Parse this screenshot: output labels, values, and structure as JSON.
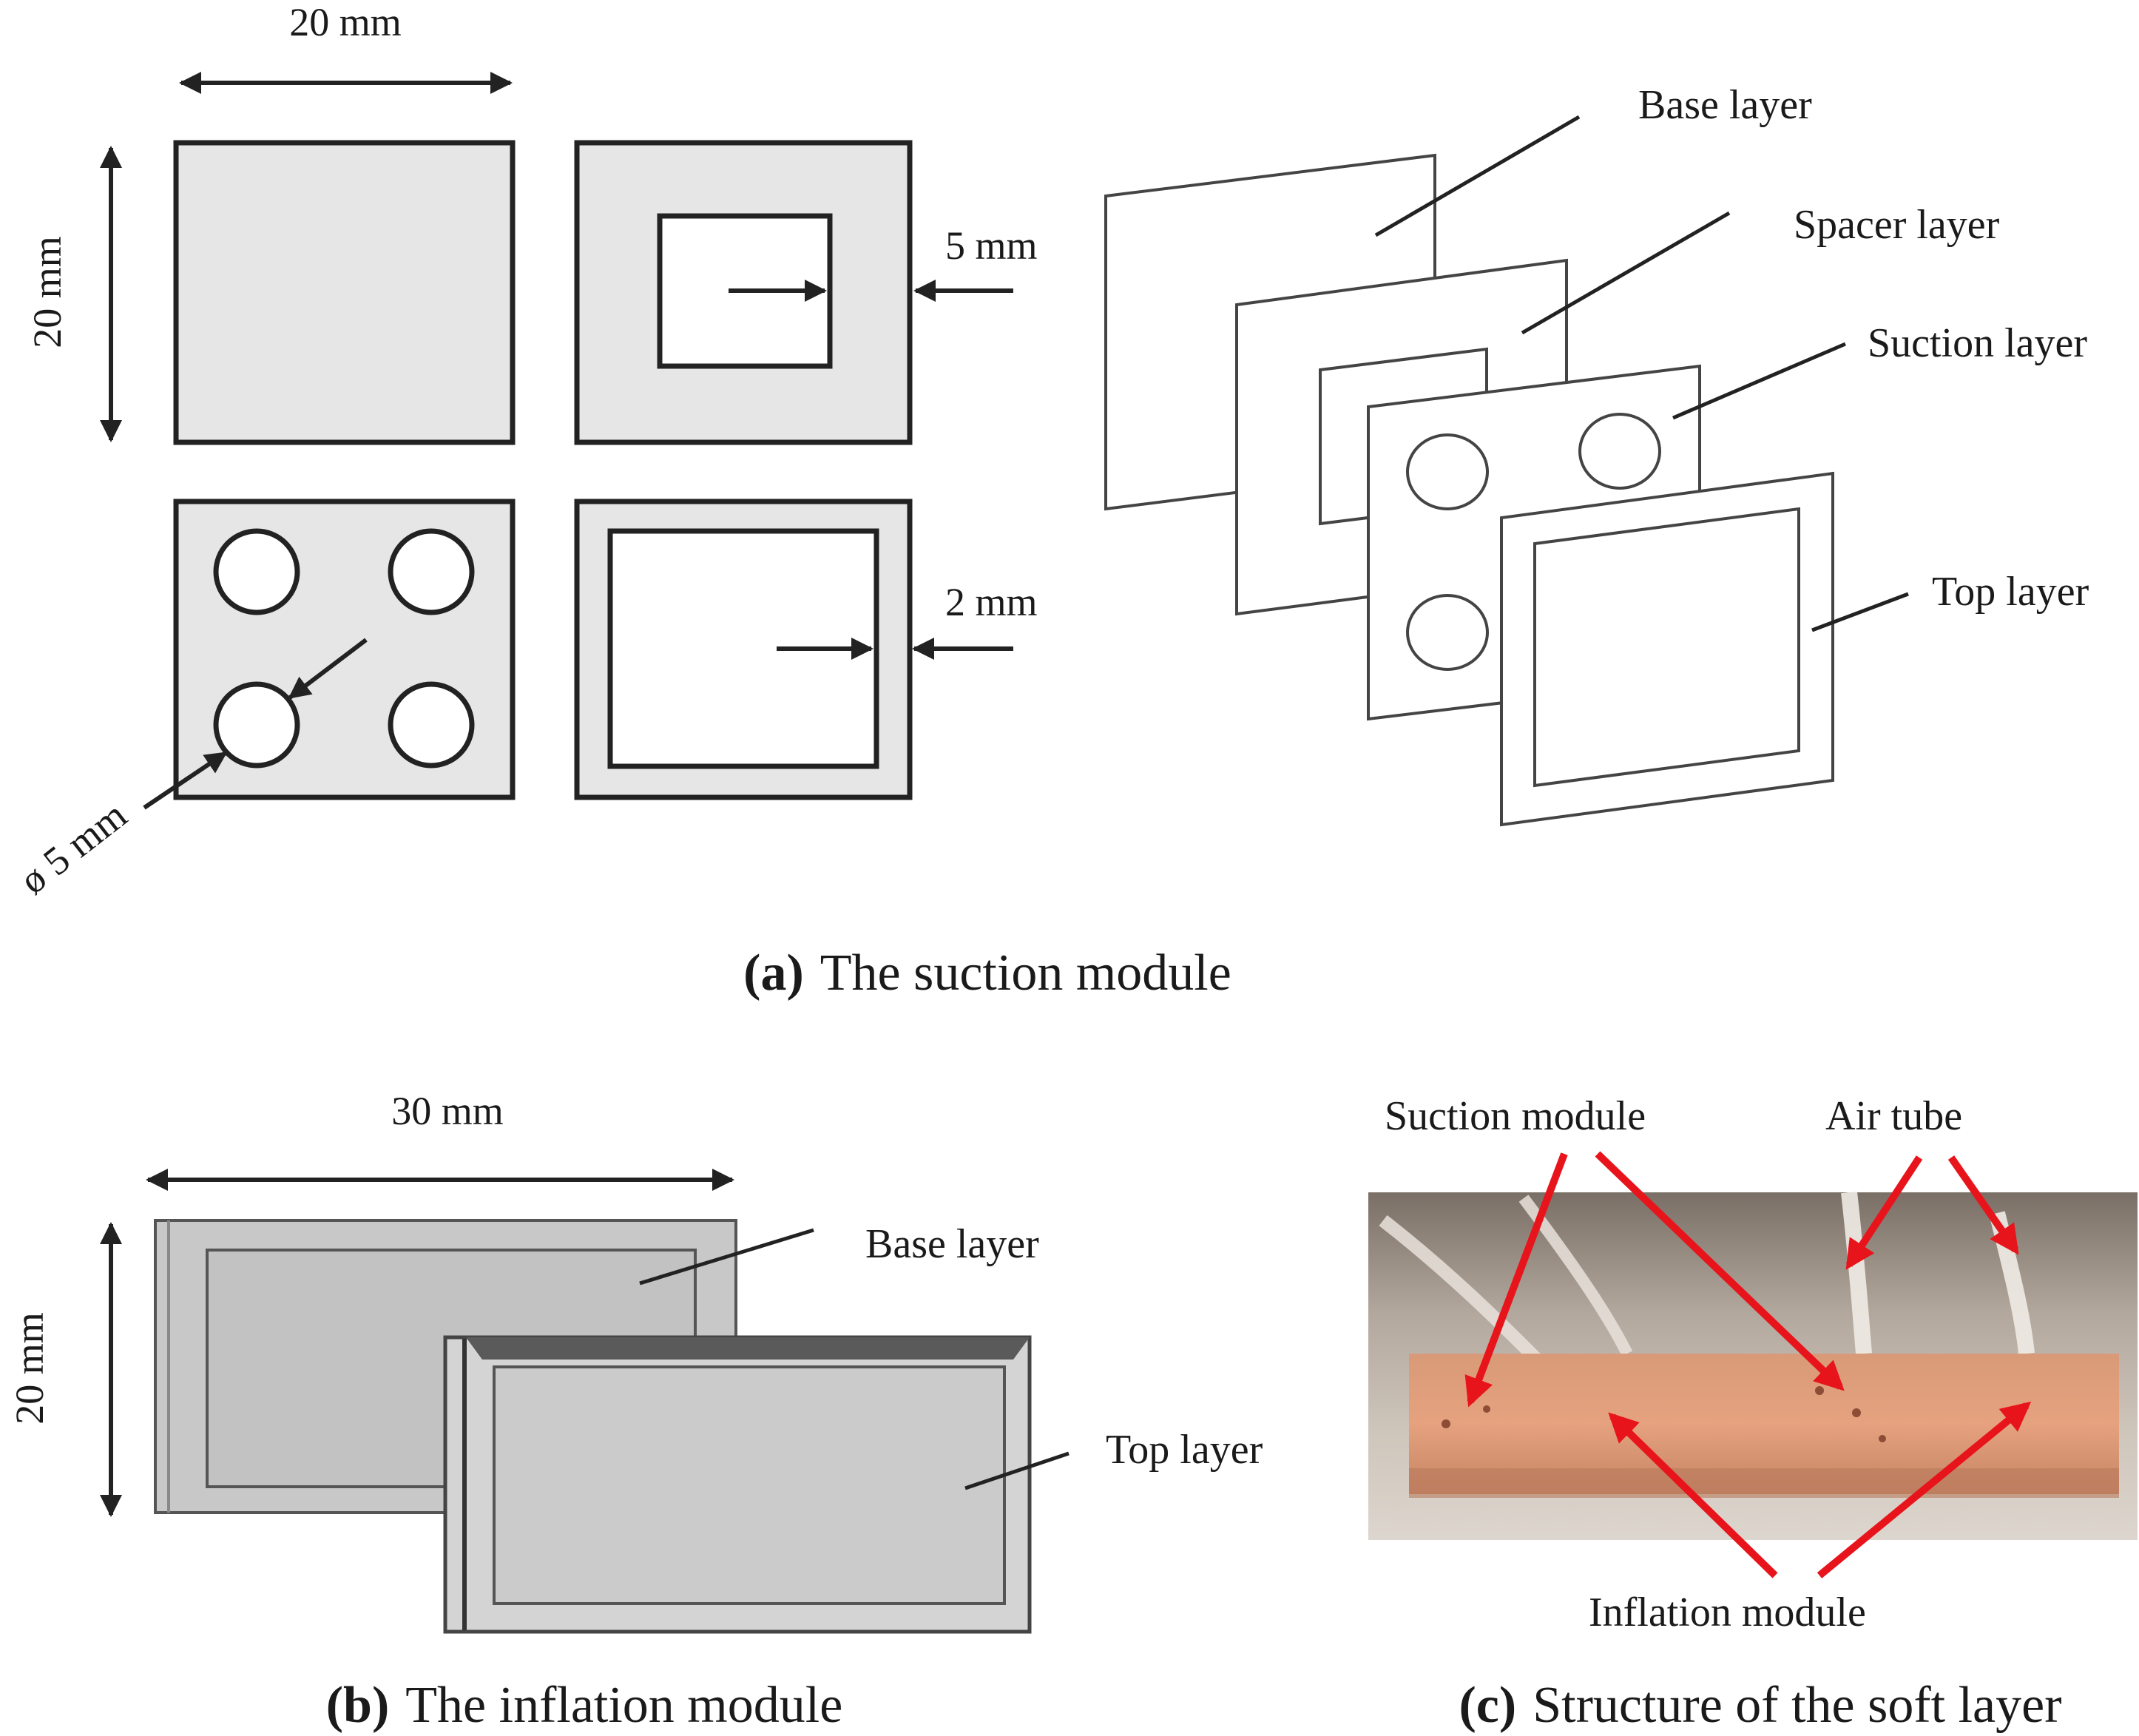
{
  "panel_a": {
    "dim_width": "20 mm",
    "dim_height": "20 mm",
    "dim_spacer": "5 mm",
    "dim_top": "2 mm",
    "dim_hole": "ø 5 mm",
    "labels": {
      "base": "Base layer",
      "spacer": "Spacer layer",
      "suction": "Suction layer",
      "top": "Top layer"
    },
    "caption_letter": "(a)",
    "caption_text": "The suction module"
  },
  "panel_b": {
    "dim_width": "30 mm",
    "dim_height": "20 mm",
    "labels": {
      "base": "Base layer",
      "top": "Top layer"
    },
    "caption_letter": "(b)",
    "caption_text": "The inflation module"
  },
  "panel_c": {
    "labels": {
      "suction_module": "Suction module",
      "air_tube": "Air tube",
      "inflation_module": "Inflation module"
    },
    "caption_letter": "(c)",
    "caption_text": "Structure of the soft layer"
  },
  "colors": {
    "plate_fill": "#e6e6e6",
    "inflation_fill": "#c8c8c8",
    "arrow_red": "#e8141b"
  }
}
